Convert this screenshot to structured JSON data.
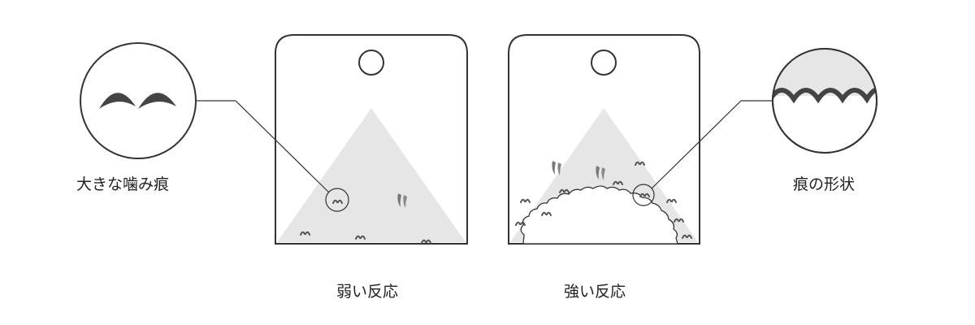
{
  "labels": {
    "left_zoom_caption": "大きな噛み痕",
    "right_zoom_caption": "痕の形状",
    "weak_caption": "弱い反応",
    "strong_caption": "強い反応"
  },
  "colors": {
    "outline": "#333333",
    "triangle_fill": "#e6e6e6",
    "mark": "#555555",
    "background": "#ffffff"
  }
}
